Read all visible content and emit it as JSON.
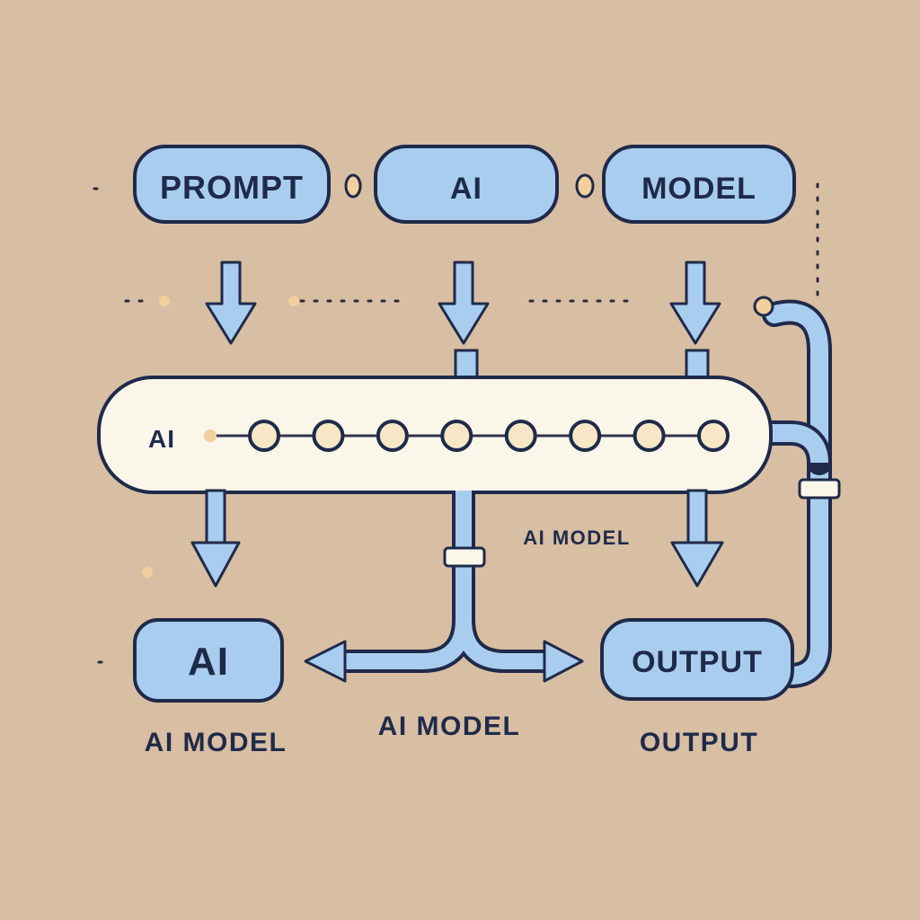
{
  "diagram": {
    "nodes": {
      "prompt": "PROMPT",
      "ai_top": "AI",
      "model": "MODEL",
      "ai_bottom": "AI",
      "output": "OUTPUT"
    },
    "pipeline": {
      "label": "AI",
      "step_count": 8
    },
    "captions": {
      "mid_right": "AI MODEL",
      "under_ai": "AI MODEL",
      "under_split": "AI MODEL",
      "under_output": "OUTPUT"
    },
    "colors": {
      "background": "#d8bea3",
      "node_fill": "#a9cdee",
      "connector_fill": "#a9cdee",
      "outline": "#1f2a4a",
      "pipeline_fill": "#fbf6ea",
      "step_dot_fill": "#f7e7c6",
      "accent_dot": "#f2cf9c"
    }
  }
}
